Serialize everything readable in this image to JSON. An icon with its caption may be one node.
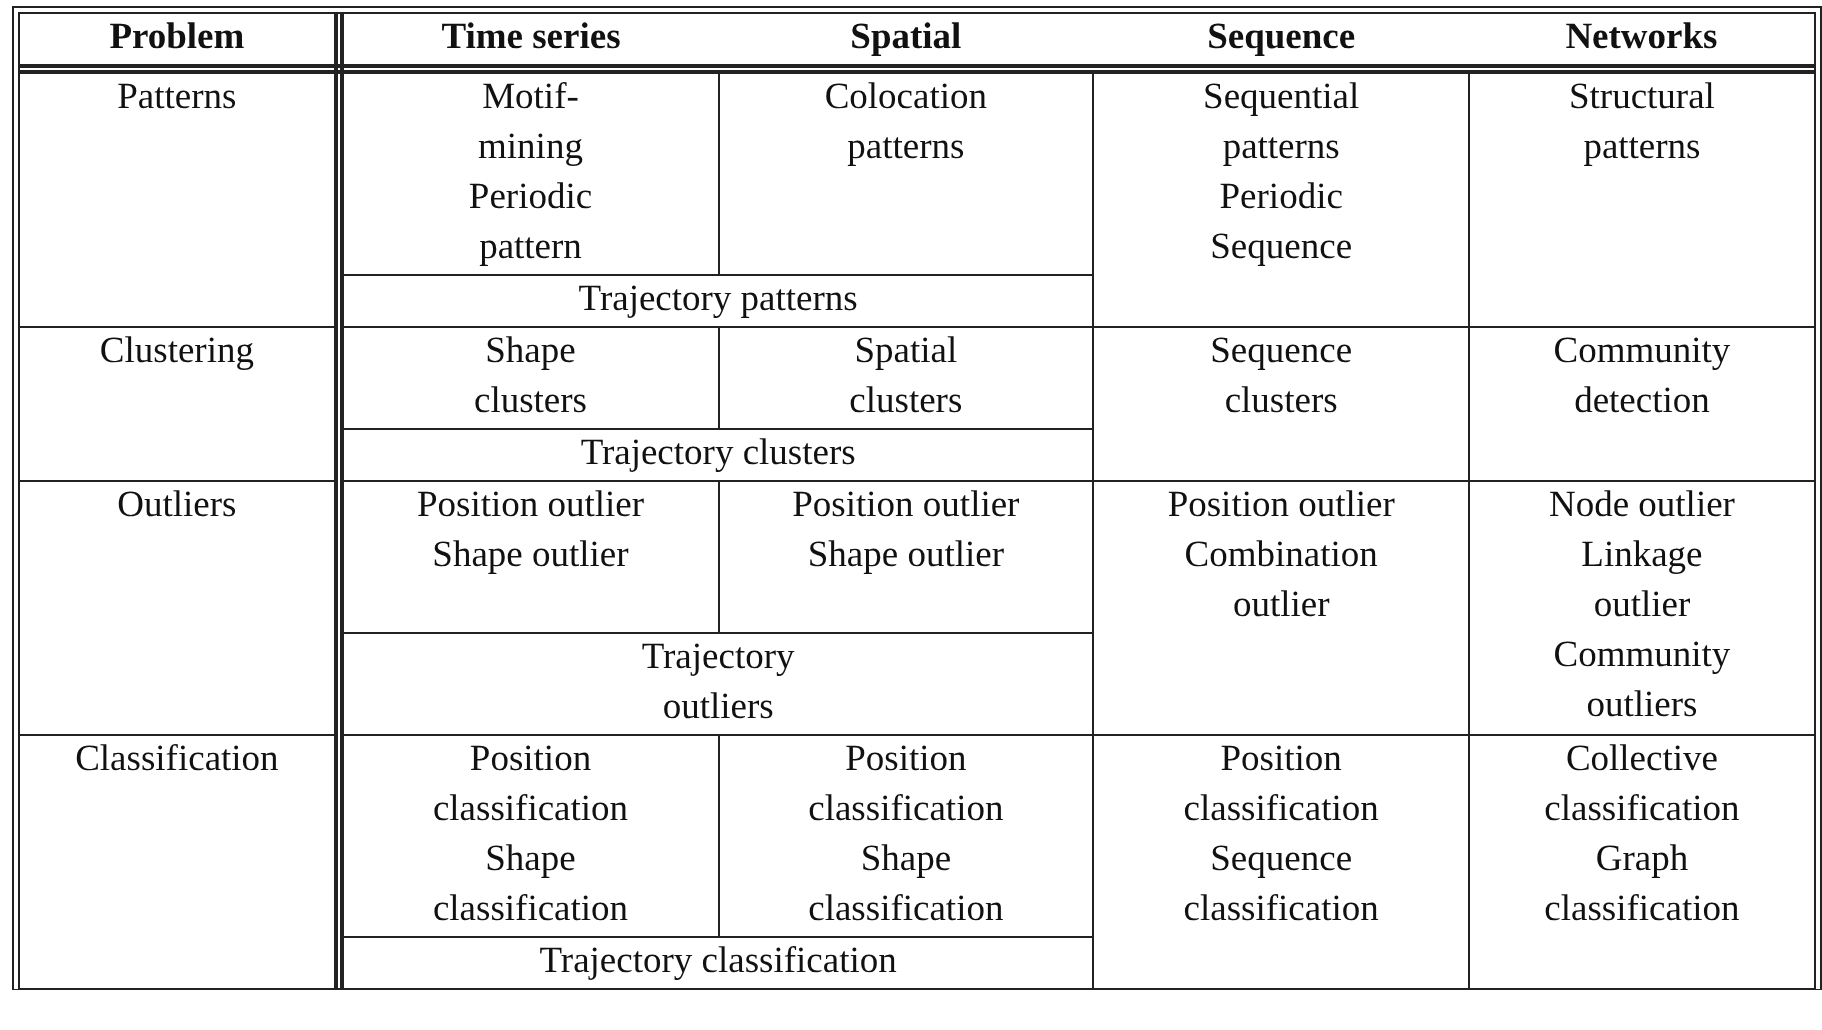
{
  "diagram": {
    "labels": [
      "Problem",
      "Time series",
      "Spatial",
      "Sequence",
      "Networks",
      "Patterns",
      "Motif-mining",
      "Periodic pattern",
      "Colocation patterns",
      "Sequential patterns",
      "Periodic Sequence",
      "Structural patterns",
      "Trajectory patterns",
      "Clustering",
      "Shape clusters",
      "Spatial clusters",
      "Sequence clusters",
      "Community detection",
      "Trajectory clusters",
      "Outliers",
      "Position outlier",
      "Shape outlier",
      "Position outlier",
      "Shape outlier",
      "Position outlier",
      "Combination outlier",
      "Node outlier",
      "Linkage outlier",
      "Trajectory outliers",
      "Community outliers",
      "Classification",
      "Position classification",
      "Shape classification",
      "Position classification",
      "Shape classification",
      "Position classification",
      "Sequence classification",
      "Collective classification",
      "Graph classification",
      "Trajectory classification"
    ]
  }
}
